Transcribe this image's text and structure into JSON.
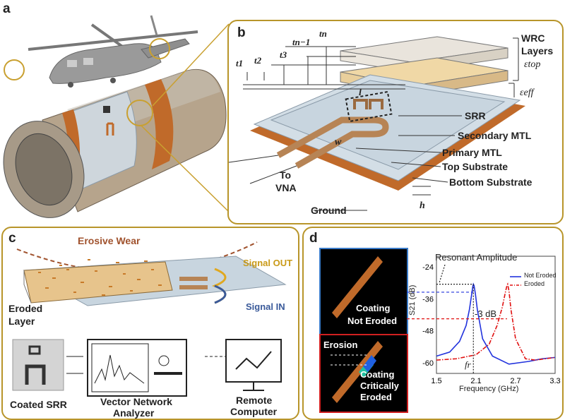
{
  "panels": {
    "a": {
      "label": "a"
    },
    "b": {
      "label": "b",
      "t_labels": [
        "t1",
        "t2",
        "t3",
        "tn−1",
        "tn"
      ],
      "wrc_layers": "WRC\nLayers",
      "wrc_line1": "WRC",
      "wrc_line2": "Layers",
      "eps_top": "εtop",
      "eps_eff": "εeff",
      "l_label": "l",
      "w_label": "w",
      "h_label": "h",
      "callouts": [
        "SRR",
        "Secondary MTL",
        "Primary MTL",
        "Top Substrate",
        "Bottom Substrate"
      ],
      "to_vna_1": "To",
      "to_vna_2": "VNA",
      "ground": "Ground"
    },
    "c": {
      "label": "c",
      "erosive_wear": "Erosive Wear",
      "signal_out": "Signal OUT",
      "signal_in": "Signal IN",
      "eroded_layer_1": "Eroded",
      "eroded_layer_2": "Layer",
      "coated_srr": "Coated SRR",
      "vna_1": "Vector Network",
      "vna_2": "Analyzer",
      "remote_1": "Remote",
      "remote_2": "Computer"
    },
    "d": {
      "label": "d",
      "coating_not_eroded_1": "Coating",
      "coating_not_eroded_2": "Not Eroded",
      "erosion": "Erosion",
      "coating_crit_1": "Coating",
      "coating_crit_2": "Critically",
      "coating_crit_3": "Eroded",
      "resonant_amplitude": "Resonant Amplitude",
      "minus3db": "-3 dB",
      "fr": "fr"
    }
  },
  "colors": {
    "panel_border": "#b8952a",
    "not_eroded": "#2233dd",
    "eroded": "#e01010",
    "copper": "#c06a2a"
  },
  "chart_data": {
    "type": "line",
    "xlabel": "Frequency (GHz)",
    "ylabel": "S21 (dB)",
    "xlim": [
      1.5,
      3.3
    ],
    "ylim": [
      -64,
      -20
    ],
    "xticks": [
      "1.5",
      "2.1",
      "2.7",
      "3.3"
    ],
    "yticks": [
      "-24",
      "-36",
      "-48",
      "-60"
    ],
    "legend_position": "top-right",
    "series": [
      {
        "name": "Not Eroded",
        "style": "solid",
        "x": [
          1.5,
          1.7,
          1.85,
          1.95,
          2.0,
          2.03,
          2.05,
          2.06,
          2.07,
          2.09,
          2.12,
          2.2,
          2.35,
          2.6,
          2.9,
          3.1,
          3.3
        ],
        "y": [
          -57.5,
          -56,
          -52,
          -46,
          -40,
          -35,
          -31.5,
          -30.5,
          -31,
          -34,
          -40,
          -51,
          -57.5,
          -60.5,
          -59.5,
          -58.5,
          -58
        ]
      },
      {
        "name": "Eroded",
        "style": "dash-dot",
        "x": [
          1.5,
          1.8,
          2.1,
          2.3,
          2.42,
          2.5,
          2.55,
          2.57,
          2.58,
          2.6,
          2.63,
          2.7,
          2.85,
          3.0,
          3.3
        ],
        "y": [
          -59,
          -58.5,
          -57,
          -53,
          -46,
          -39,
          -33,
          -31,
          -30.5,
          -33,
          -40,
          -51,
          -58.5,
          -59,
          -58
        ]
      }
    ]
  }
}
